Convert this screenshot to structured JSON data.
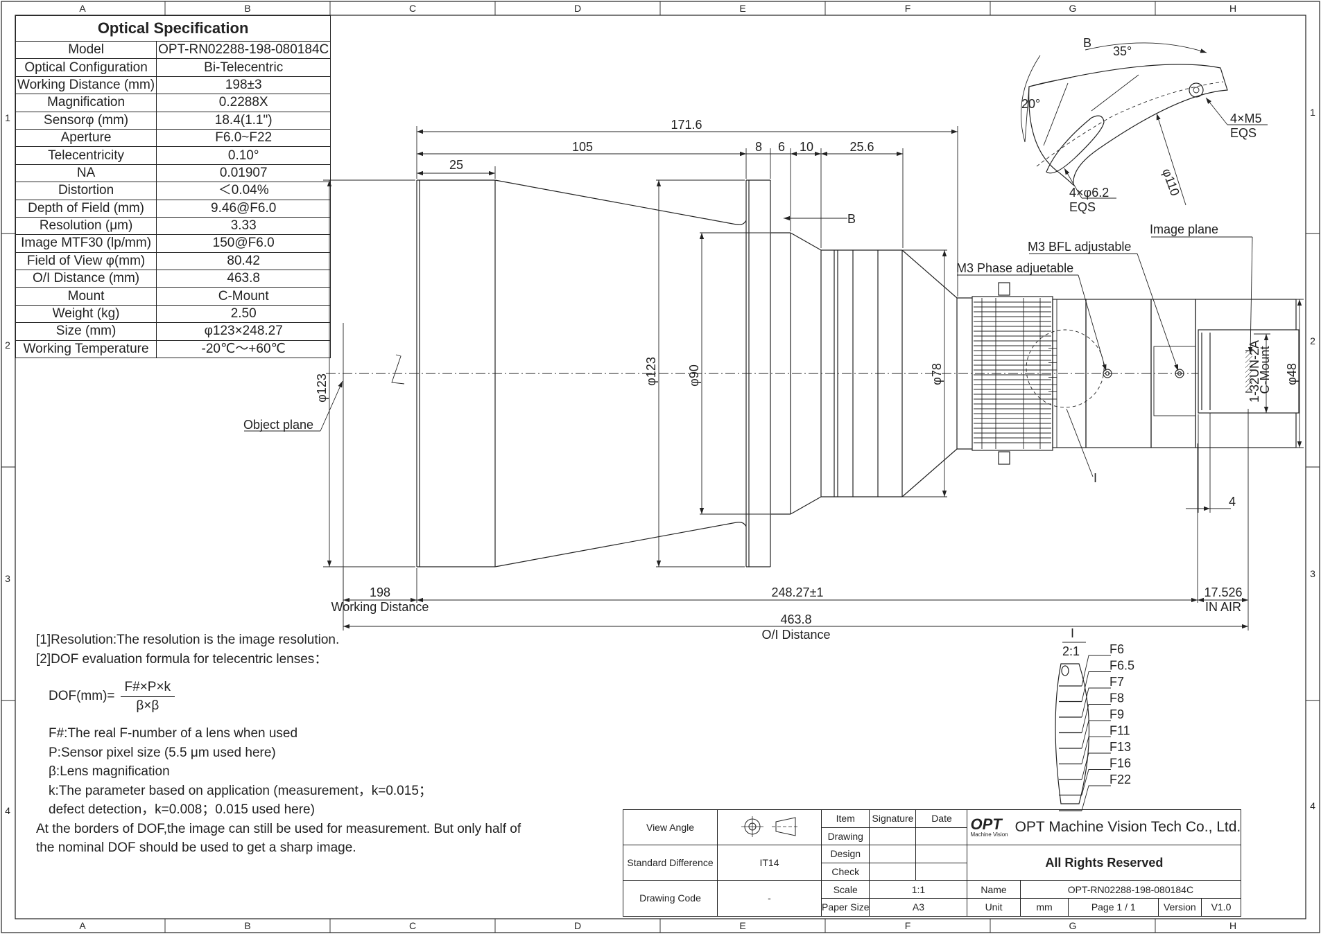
{
  "frame": {
    "col_labels": [
      "A",
      "B",
      "C",
      "D",
      "E",
      "F",
      "G",
      "H"
    ],
    "row_labels": [
      "1",
      "2",
      "3",
      "4"
    ]
  },
  "spec": {
    "title": "Optical Specification",
    "rows": [
      {
        "k": "Model",
        "v": "OPT-RN02288-198-080184C"
      },
      {
        "k": "Optical Configuration",
        "v": "Bi-Telecentric"
      },
      {
        "k": "Working Distance (mm)",
        "v": "198±3"
      },
      {
        "k": "Magnification",
        "v": "0.2288X"
      },
      {
        "k": "Sensorφ (mm)",
        "v": "18.4(1.1\")"
      },
      {
        "k": "Aperture",
        "v": "F6.0~F22"
      },
      {
        "k": "Telecentricity",
        "v": "0.10°"
      },
      {
        "k": "NA",
        "v": "0.01907"
      },
      {
        "k": "Distortion",
        "v": "＜0.04%"
      },
      {
        "k": "Depth of Field (mm)",
        "v": "9.46@F6.0"
      },
      {
        "k": "Resolution (μm)",
        "v": "3.33"
      },
      {
        "k": "Image MTF30 (lp/mm)",
        "v": "150@F6.0"
      },
      {
        "k": "Field of View φ(mm)",
        "v": "80.42"
      },
      {
        "k": "O/I Distance (mm)",
        "v": "463.8"
      },
      {
        "k": "Mount",
        "v": "C-Mount"
      },
      {
        "k": "Weight (kg)",
        "v": "2.50"
      },
      {
        "k": "Size (mm)",
        "v": "φ123×248.27"
      },
      {
        "k": "Working Temperature",
        "v": "-20℃～+60℃"
      }
    ]
  },
  "dims": {
    "total_len": "171.6",
    "d105": "105",
    "d25": "25",
    "d8": "8",
    "d6": "6",
    "d10": "10",
    "d25_6": "25.6",
    "phi123_left": "φ123",
    "phi123_mid": "φ123",
    "phi90": "φ90",
    "phi78": "φ78",
    "phi48": "φ48",
    "thread": "1-32UN-2A",
    "cmount": "C-Mount",
    "d4": "4",
    "wd": "198",
    "wd_label": "Working Distance",
    "len": "248.27±1",
    "bfl": "17.526",
    "bfl_label": "IN AIR",
    "oi": "463.8",
    "oi_label": "O/I Distance"
  },
  "labels": {
    "object_plane": "Object plane",
    "image_plane": "Image plane",
    "bfl_adj": "M3 BFL adjustable",
    "phase_adj": "M3 Phase adjuetable",
    "b_marker": "B",
    "i_marker": "I"
  },
  "view_b": {
    "title": "B",
    "angle1": "35°",
    "angle2": "20°",
    "m5": "4×M5",
    "m5_eqs": "EQS",
    "hole": "4×φ6.2",
    "hole_eqs": "EQS",
    "dia": "φ110"
  },
  "view_i": {
    "title": "I",
    "scale": "2:1",
    "stops": [
      "F6",
      "F6.5",
      "F7",
      "F8",
      "F9",
      "F11",
      "F13",
      "F16",
      "F22"
    ]
  },
  "notes": {
    "n1": "[1]Resolution:The resolution is  the image resolution.",
    "n2": "[2]DOF evaluation formula for telecentric lenses：",
    "f_lhs": "DOF(mm)=",
    "f_num": "F#×P×k",
    "f_den": "β×β",
    "l1": "F#:The real F-number of a lens when used",
    "l2": "P:Sensor pixel size (5.5 μm used here)",
    "l3": "β:Lens magnification",
    "l4": "k:The parameter based on application (measurement，k=0.015；",
    "l5": "defect detection，k=0.008；0.015 used here)",
    "l6": "At the borders of DOF,the image can still be used for measurement. But only half of",
    "l7": "the nominal DOF should be used to get a sharp image."
  },
  "title_block": {
    "view_angle": "View Angle",
    "std_diff": "Standard Difference",
    "std_diff_val": "IT14",
    "drawing_code": "Drawing Code",
    "drawing_code_val": "-",
    "item": "Item",
    "signature": "Signature",
    "date": "Date",
    "drawing": "Drawing",
    "design": "Design",
    "check": "Check",
    "scale": "Scale",
    "scale_val": "1:1",
    "paper": "Paper Size",
    "paper_val": "A3",
    "company": "OPT Machine Vision Tech Co., Ltd.",
    "logo": "OPT",
    "logo_sub": "Machine Vision",
    "rights": "All Rights Reserved",
    "name": "Name",
    "name_val": "OPT-RN02288-198-080184C",
    "unit": "Unit",
    "unit_val": "mm",
    "page": "Page 1 / 1",
    "version": "Version",
    "version_val": "V1.0"
  }
}
